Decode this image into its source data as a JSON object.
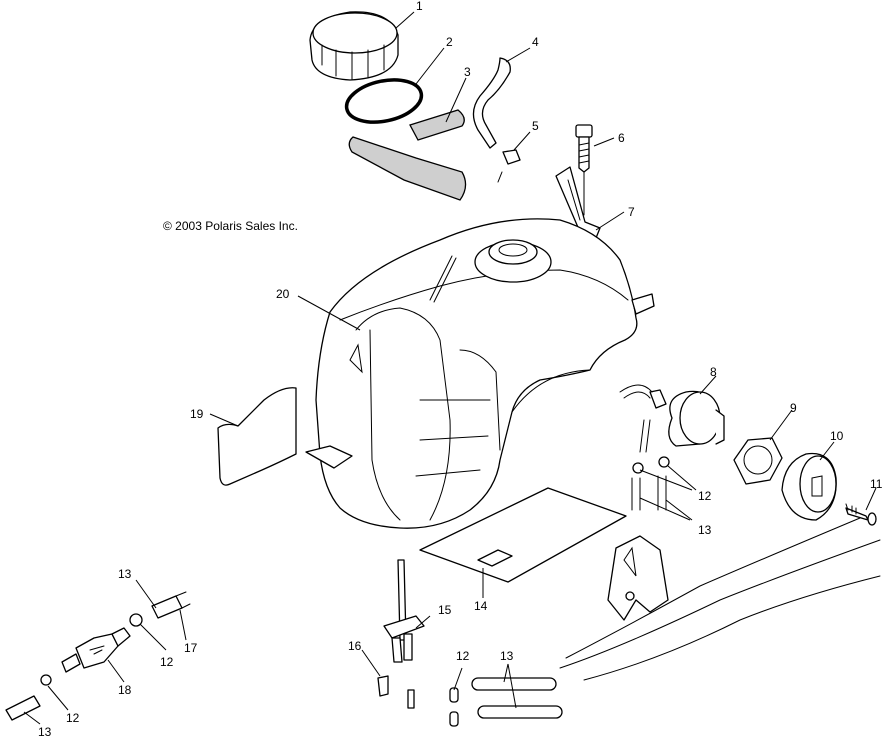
{
  "copyright": "© 2003 Polaris Sales Inc.",
  "callouts": {
    "c1": "1",
    "c2": "2",
    "c3": "3",
    "c4": "4",
    "c5": "5",
    "c6": "6",
    "c7": "7",
    "c8": "8",
    "c9": "9",
    "c10": "10",
    "c11": "11",
    "c12a": "12",
    "c13a": "13",
    "c14": "14",
    "c15": "15",
    "c16": "16",
    "c12b": "12",
    "c13b": "13",
    "c12c": "12",
    "c13c": "13",
    "c17": "17",
    "c18": "18",
    "c12d": "12",
    "c13d": "13",
    "c19": "19",
    "c20": "20"
  },
  "colors": {
    "line": "#000000",
    "background": "#ffffff"
  }
}
